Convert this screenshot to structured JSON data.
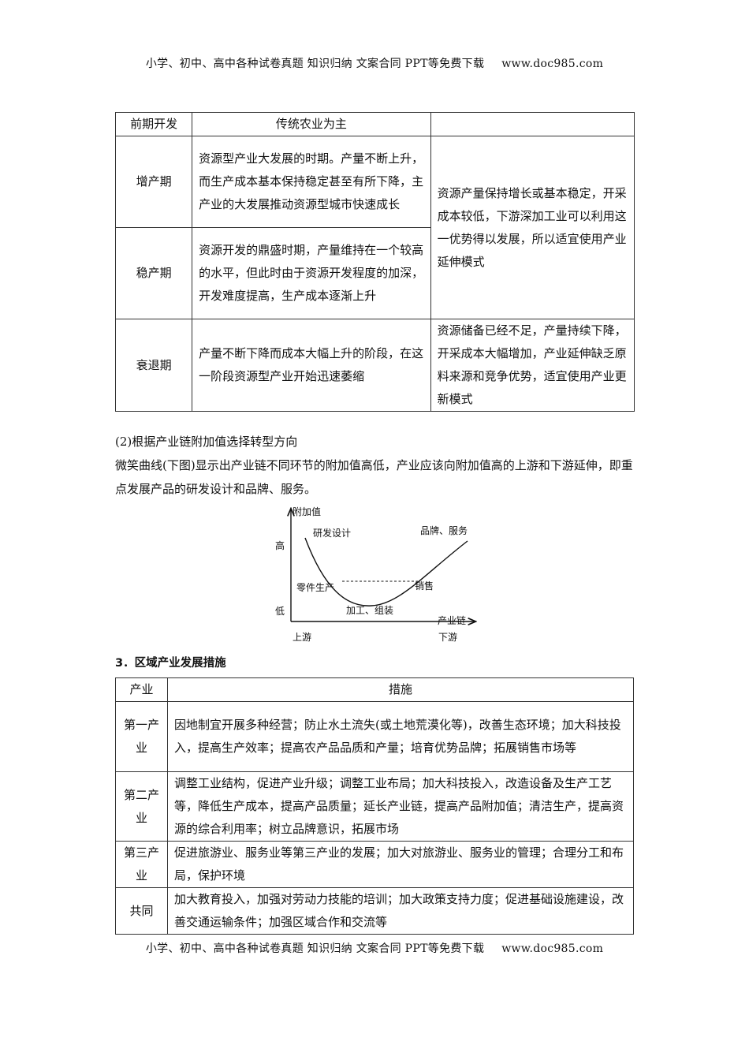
{
  "header": {
    "text": "小学、初中、高中各种试卷真题 知识归纳 文案合同 PPT等免费下载",
    "site": "www.doc985.com"
  },
  "stage_table": {
    "rows": [
      {
        "stage": "前期开发",
        "feature": "传统农业为主",
        "mode": ""
      },
      {
        "stage": "增产期",
        "feature": "资源型产业大发展的时期。产量不断上升，而生产成本基本保持稳定甚至有所下降，主产业的大发展推动资源型城市快速成长"
      },
      {
        "stage": "稳产期",
        "feature": "资源开发的鼎盛时期，产量维持在一个较高的水平，但此时由于资源开发程度的加深，开发难度提高，生产成本逐渐上升"
      },
      {
        "stage": "衰退期",
        "feature": "产量不断下降而成本大幅上升的阶段，在这一阶段资源型产业开始迅速萎缩",
        "mode": "资源储备已经不足，产量持续下降，开采成本大幅增加，产业延伸缺乏原料来源和竞争优势，适宜使用产业更新模式"
      }
    ],
    "merged_mode": "资源产量保持增长或基本稳定，开采成本较低，下游深加工业可以利用这一优势得以发展，所以适宜使用产业延伸模式"
  },
  "section2": {
    "title": "(2)根据产业链附加值选择转型方向",
    "para": "微笑曲线(下图)显示出产业链不同环节的附加值高低，产业应该向附加值高的上游和下游延伸，即重点发展产品的研发设计和品牌、服务。"
  },
  "smile_chart": {
    "y_axis_label": "附加值",
    "high": "高",
    "low": "低",
    "x_axis_label": "产业链",
    "upstream": "上游",
    "downstream": "下游",
    "points": {
      "rnd": "研发设计",
      "brand": "品牌、服务",
      "parts": "零件生产",
      "sales": "销售",
      "assembly": "加工、组装"
    }
  },
  "section3": {
    "title": "3．区域产业发展措施"
  },
  "measure_table": {
    "head": {
      "industry": "产业",
      "measures": "措施"
    },
    "rows": [
      {
        "industry": "第一产业",
        "measures": "因地制宜开展多种经营；防止水土流失(或土地荒漠化等)，改善生态环境；加大科技投入，提高生产效率；提高农产品品质和产量；培育优势品牌；拓展销售市场等"
      },
      {
        "industry": "第二产业",
        "measures": "调整工业结构，促进产业升级；调整工业布局；加大科技投入，改造设备及生产工艺等，降低生产成本，提高产品质量；延长产业链，提高产品附加值；清洁生产，提高资源的综合利用率；树立品牌意识，拓展市场"
      },
      {
        "industry": "第三产业",
        "measures": "促进旅游业、服务业等第三产业的发展；加大对旅游业、服务业的管理；合理分工和布局，保护环境"
      },
      {
        "industry": "共同",
        "measures": "加大教育投入，加强对劳动力技能的培训；加大政策支持力度；促进基础设施建设，改善交通运输条件；加强区域合作和交流等"
      }
    ]
  },
  "footer": {
    "text": "小学、初中、高中各种试卷真题 知识归纳 文案合同 PPT等免费下载",
    "site": "www.doc985.com"
  }
}
